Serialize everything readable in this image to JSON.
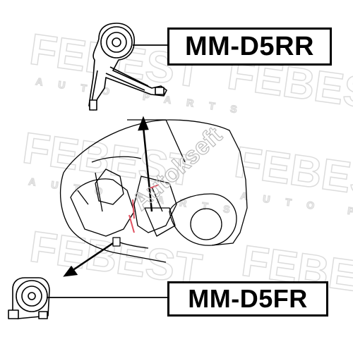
{
  "labels": {
    "top_part": "MM-D5RR",
    "bottom_part": "MM-D5FR"
  },
  "watermark": {
    "brand": "FEBEST",
    "subtitle": "AUTO PARTS",
    "overlay": "Autokseft"
  },
  "colors": {
    "line": "#000000",
    "watermark": "#e6e6e6",
    "overlay": "#c8c8c8",
    "accent": "#e05060"
  },
  "icons": {
    "top_part": "engine-mount-bracket-icon",
    "bottom_part": "engine-mount-bushing-icon",
    "car": "car-engine-bay-icon"
  }
}
